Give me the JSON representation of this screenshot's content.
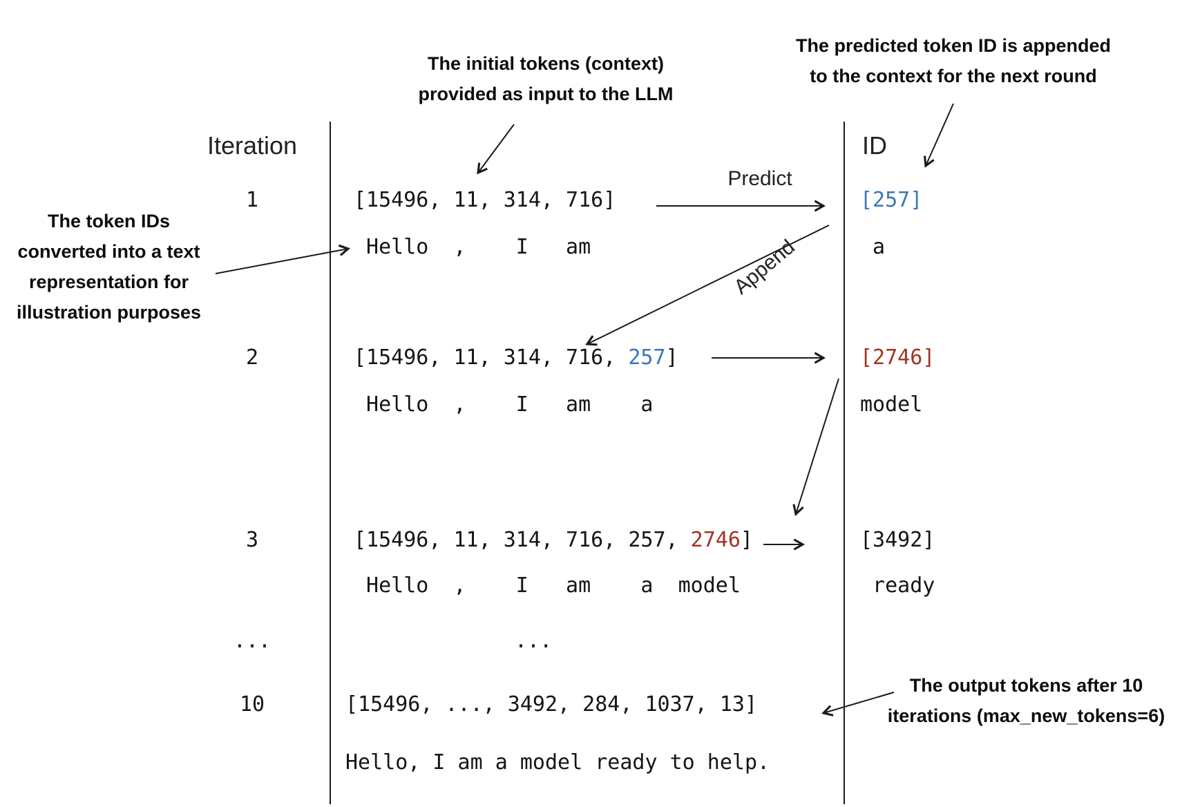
{
  "annotations": {
    "initial_tokens": [
      "The initial tokens (context)",
      "provided as input to the LLM"
    ],
    "predicted_token": [
      "The predicted token ID is appended",
      "to the context for the next round"
    ],
    "token_ids": [
      "The token IDs",
      "converted into a text",
      "representation for",
      "illustration purposes"
    ],
    "output_tokens": [
      "The output tokens after 10",
      "iterations (max_new_tokens=6)"
    ]
  },
  "headers": {
    "iteration": "Iteration",
    "id": "ID"
  },
  "arrow_labels": {
    "predict": "Predict",
    "append": "Append"
  },
  "rows": [
    {
      "iteration": "1",
      "tokens_pre": "[15496, 11, 314, 716]",
      "tokens_highlight": "",
      "tokens_post": "",
      "context_text": " Hello  ,    I   am",
      "id_value": "[257]",
      "id_text": " a"
    },
    {
      "iteration": "2",
      "tokens_pre": "[15496, 11, 314, 716, ",
      "tokens_highlight": "257",
      "tokens_post": "]",
      "context_text": " Hello  ,    I   am    a",
      "id_value": "[2746]",
      "id_text": "model"
    },
    {
      "iteration": "3",
      "tokens_pre": "[15496, 11, 314, 716, 257, ",
      "tokens_highlight": "2746",
      "tokens_post": "]",
      "context_text": " Hello  ,    I   am    a  model",
      "id_value": "[3492]",
      "id_text": " ready"
    }
  ],
  "ellipsis": {
    "iteration": "...",
    "context": "..."
  },
  "final_row": {
    "iteration": "10",
    "tokens": "[15496, ..., 3492, 284, 1037, 13]",
    "text": "Hello, I am a model ready to help."
  },
  "colors": {
    "token_blue": "#3c76b4",
    "token_red": "#a23325"
  }
}
